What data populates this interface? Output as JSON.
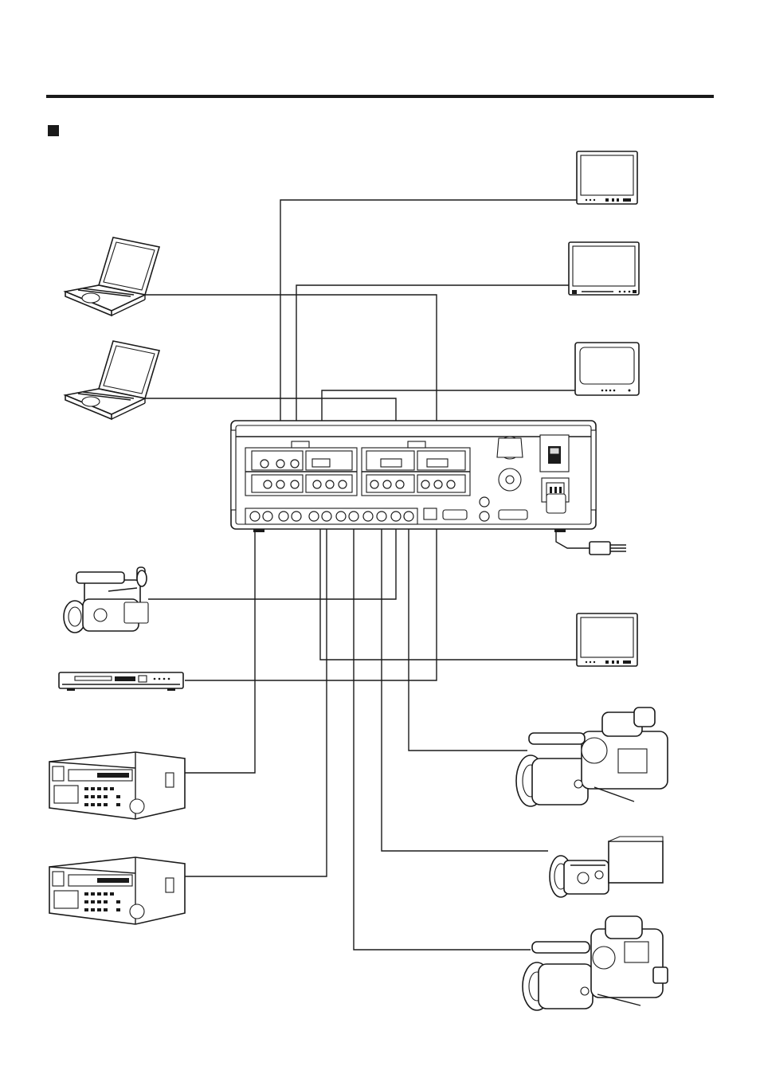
{
  "colors": {
    "ink": "#1a1a1a",
    "paper": "#ffffff",
    "shade": "#d8d8d8"
  },
  "page": {
    "section_marker": "black-square-bullet"
  },
  "devices": [
    {
      "id": "monitor-1",
      "icon": "lcd-monitor-icon"
    },
    {
      "id": "monitor-2",
      "icon": "lcd-monitor-icon"
    },
    {
      "id": "monitor-3",
      "icon": "crt-monitor-icon"
    },
    {
      "id": "monitor-4",
      "icon": "lcd-monitor-icon"
    },
    {
      "id": "laptop-1",
      "icon": "laptop-icon"
    },
    {
      "id": "laptop-2",
      "icon": "laptop-icon"
    },
    {
      "id": "handheld-camcorder",
      "icon": "camcorder-icon"
    },
    {
      "id": "dvd-player",
      "icon": "dvd-player-icon"
    },
    {
      "id": "vtr-1",
      "icon": "vtr-deck-icon"
    },
    {
      "id": "vtr-2",
      "icon": "vtr-deck-icon"
    },
    {
      "id": "studio-camera-1",
      "icon": "shoulder-camera-icon"
    },
    {
      "id": "box-camera",
      "icon": "box-camera-icon"
    },
    {
      "id": "studio-camera-2",
      "icon": "shoulder-camera-icon"
    },
    {
      "id": "switcher-rear-panel",
      "icon": "switcher-rear-panel-icon"
    },
    {
      "id": "power-cord",
      "icon": "power-plug-icon"
    }
  ]
}
